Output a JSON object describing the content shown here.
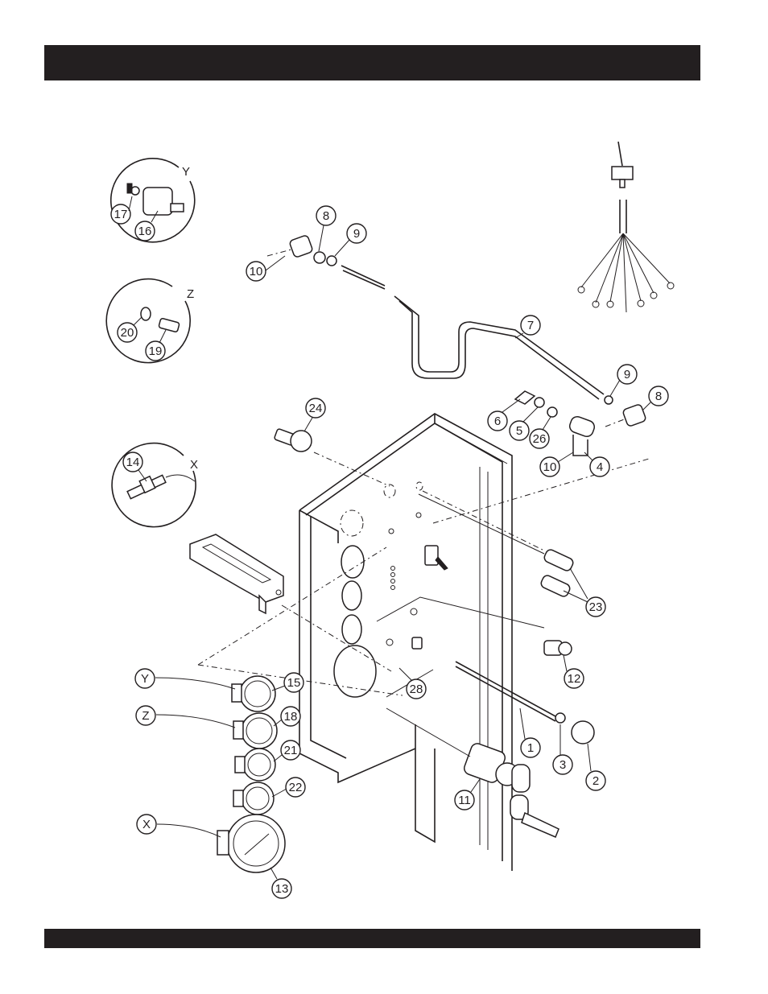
{
  "callouts": {
    "n1": "1",
    "n2": "2",
    "n3": "3",
    "n4": "4",
    "n5": "5",
    "n6": "6",
    "n7": "7",
    "n8a": "8",
    "n8b": "8",
    "n9a": "9",
    "n9b": "9",
    "n10a": "10",
    "n10b": "10",
    "n11": "11",
    "n12": "12",
    "n13": "13",
    "n14": "14",
    "n15": "15",
    "n16": "16",
    "n17": "17",
    "n18": "18",
    "n19": "19",
    "n20": "20",
    "n21": "21",
    "n22": "22",
    "n23": "23",
    "n24": "24",
    "n26": "26",
    "n28": "28"
  },
  "detail_labels": {
    "y_detail": "Y",
    "z_detail": "Z",
    "x_detail": "X",
    "y_gauge": "Y",
    "z_gauge": "Z",
    "x_gauge": "X"
  }
}
